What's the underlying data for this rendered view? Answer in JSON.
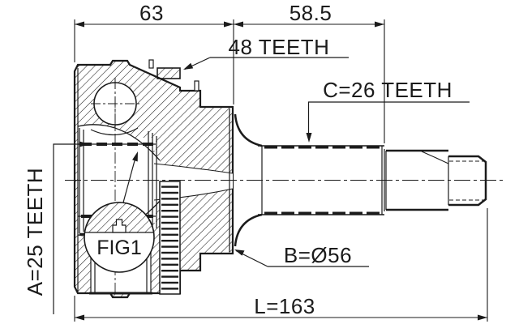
{
  "drawing": {
    "figure_label": "FIG1",
    "dimensions": {
      "housing_width": "63",
      "shaft_width": "58.5",
      "total_length": "L=163",
      "outer_diameter": "B=Ø56"
    },
    "teeth": {
      "abs_ring": "48 TEETH",
      "outer_spline": "C=26 TEETH",
      "inner_spline": "A=25 TEETH"
    },
    "colors": {
      "line": "#1b1b1b",
      "background": "#ffffff"
    }
  }
}
